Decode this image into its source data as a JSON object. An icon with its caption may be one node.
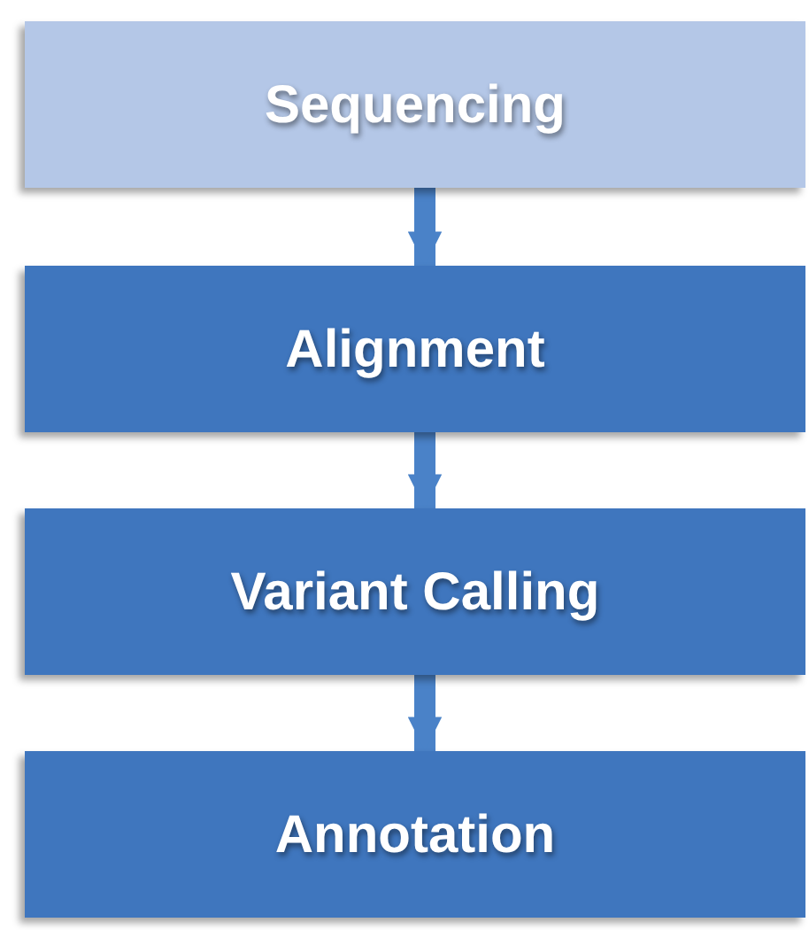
{
  "diagram": {
    "nodes": [
      {
        "text": [
          "Sequencing"
        ]
      },
      {
        "text": [
          "Alignment"
        ]
      },
      {
        "text": [
          "Variant Calling"
        ]
      },
      {
        "text": [
          "Annotation"
        ]
      }
    ],
    "edges": [
      {
        "from": 0,
        "to": 1,
        "arrow": "to"
      },
      {
        "from": 1,
        "to": 2,
        "arrow": "to"
      },
      {
        "from": 2,
        "to": 3,
        "arrow": "to"
      }
    ]
  }
}
